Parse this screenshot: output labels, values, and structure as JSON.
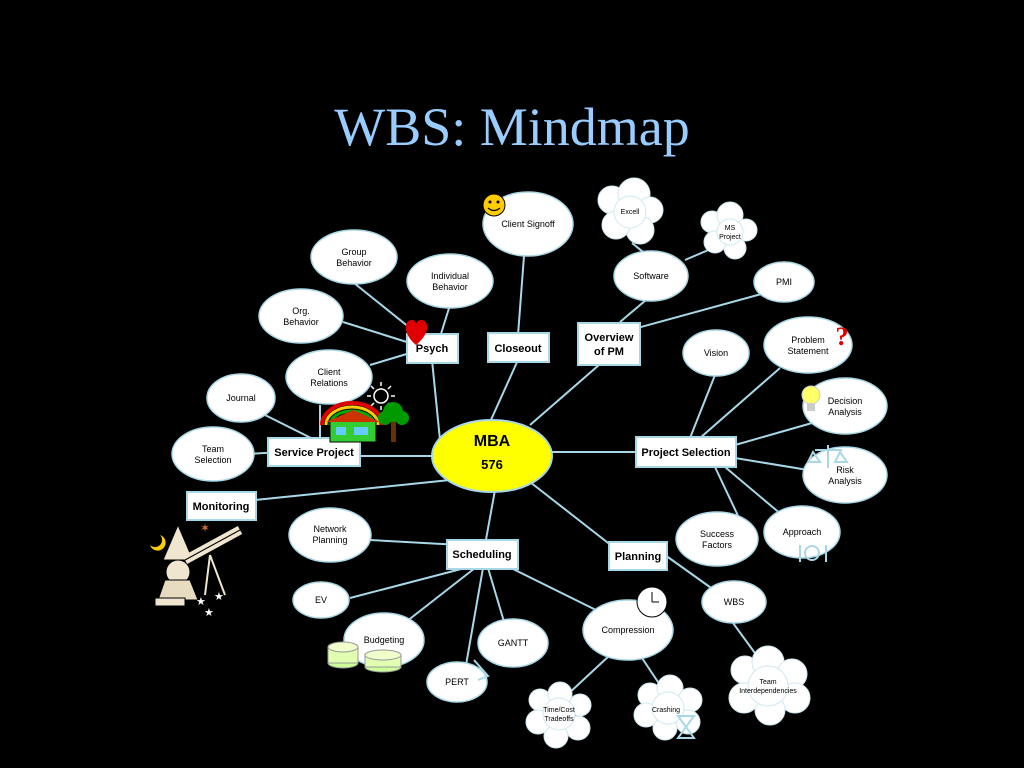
{
  "title": "WBS: Mindmap",
  "center": {
    "line1": "MBA",
    "line2": "576"
  },
  "boxes": {
    "psych": "Psych",
    "closeout": "Closeout",
    "overview": [
      "Overview",
      "of PM"
    ],
    "service_project": "Service Project",
    "monitoring": "Monitoring",
    "project_selection": "Project Selection",
    "scheduling": "Scheduling",
    "planning": "Planning"
  },
  "ovals": {
    "client_signoff": "Client Signoff",
    "group_behavior": [
      "Group",
      "Behavior"
    ],
    "individual_behavior": [
      "Individual",
      "Behavior"
    ],
    "org_behavior": [
      "Org.",
      "Behavior"
    ],
    "client_relations": [
      "Client",
      "Relations"
    ],
    "journal": "Journal",
    "team_selection": [
      "Team",
      "Selection"
    ],
    "software": "Software",
    "pmi": "PMI",
    "vision": "Vision",
    "problem_statement": [
      "Problem",
      "Statement"
    ],
    "decision_analysis": [
      "Decision",
      "Analysis"
    ],
    "risk_analysis": [
      "Risk",
      "Analysis"
    ],
    "success_factors": [
      "Success",
      "Factors"
    ],
    "approach": "Approach",
    "wbs": "WBS",
    "network_planning": [
      "Network",
      "Planning"
    ],
    "ev": "EV",
    "budgeting": "Budgeting",
    "gantt": "GANTT",
    "pert": "PERT",
    "compression": "Compression"
  },
  "clouds": {
    "excell": "Excell",
    "ms_project": [
      "MS",
      "Project"
    ],
    "team_interdependencies": [
      "Team",
      "Interdependencies"
    ],
    "time_cost_tradeoffs": [
      "Time/Cost",
      "Tradeoffs"
    ],
    "crashing": "Crashing"
  },
  "icons": [
    "smiley-icon",
    "heart-icon",
    "question-mark-icon",
    "lightbulb-icon",
    "scales-icon",
    "dinner-plate-icon",
    "clock-icon",
    "hourglass-icon",
    "sun-icon",
    "house-rainbow-icon",
    "tree-icon",
    "wizard-telescope-icon",
    "coins-icon",
    "stopwatch-hand-icon"
  ],
  "colors": {
    "background": "#000000",
    "title": "#99ccff",
    "center_fill": "#ffff00",
    "lines": "#a8d8e8",
    "node_fill": "#ffffff"
  }
}
